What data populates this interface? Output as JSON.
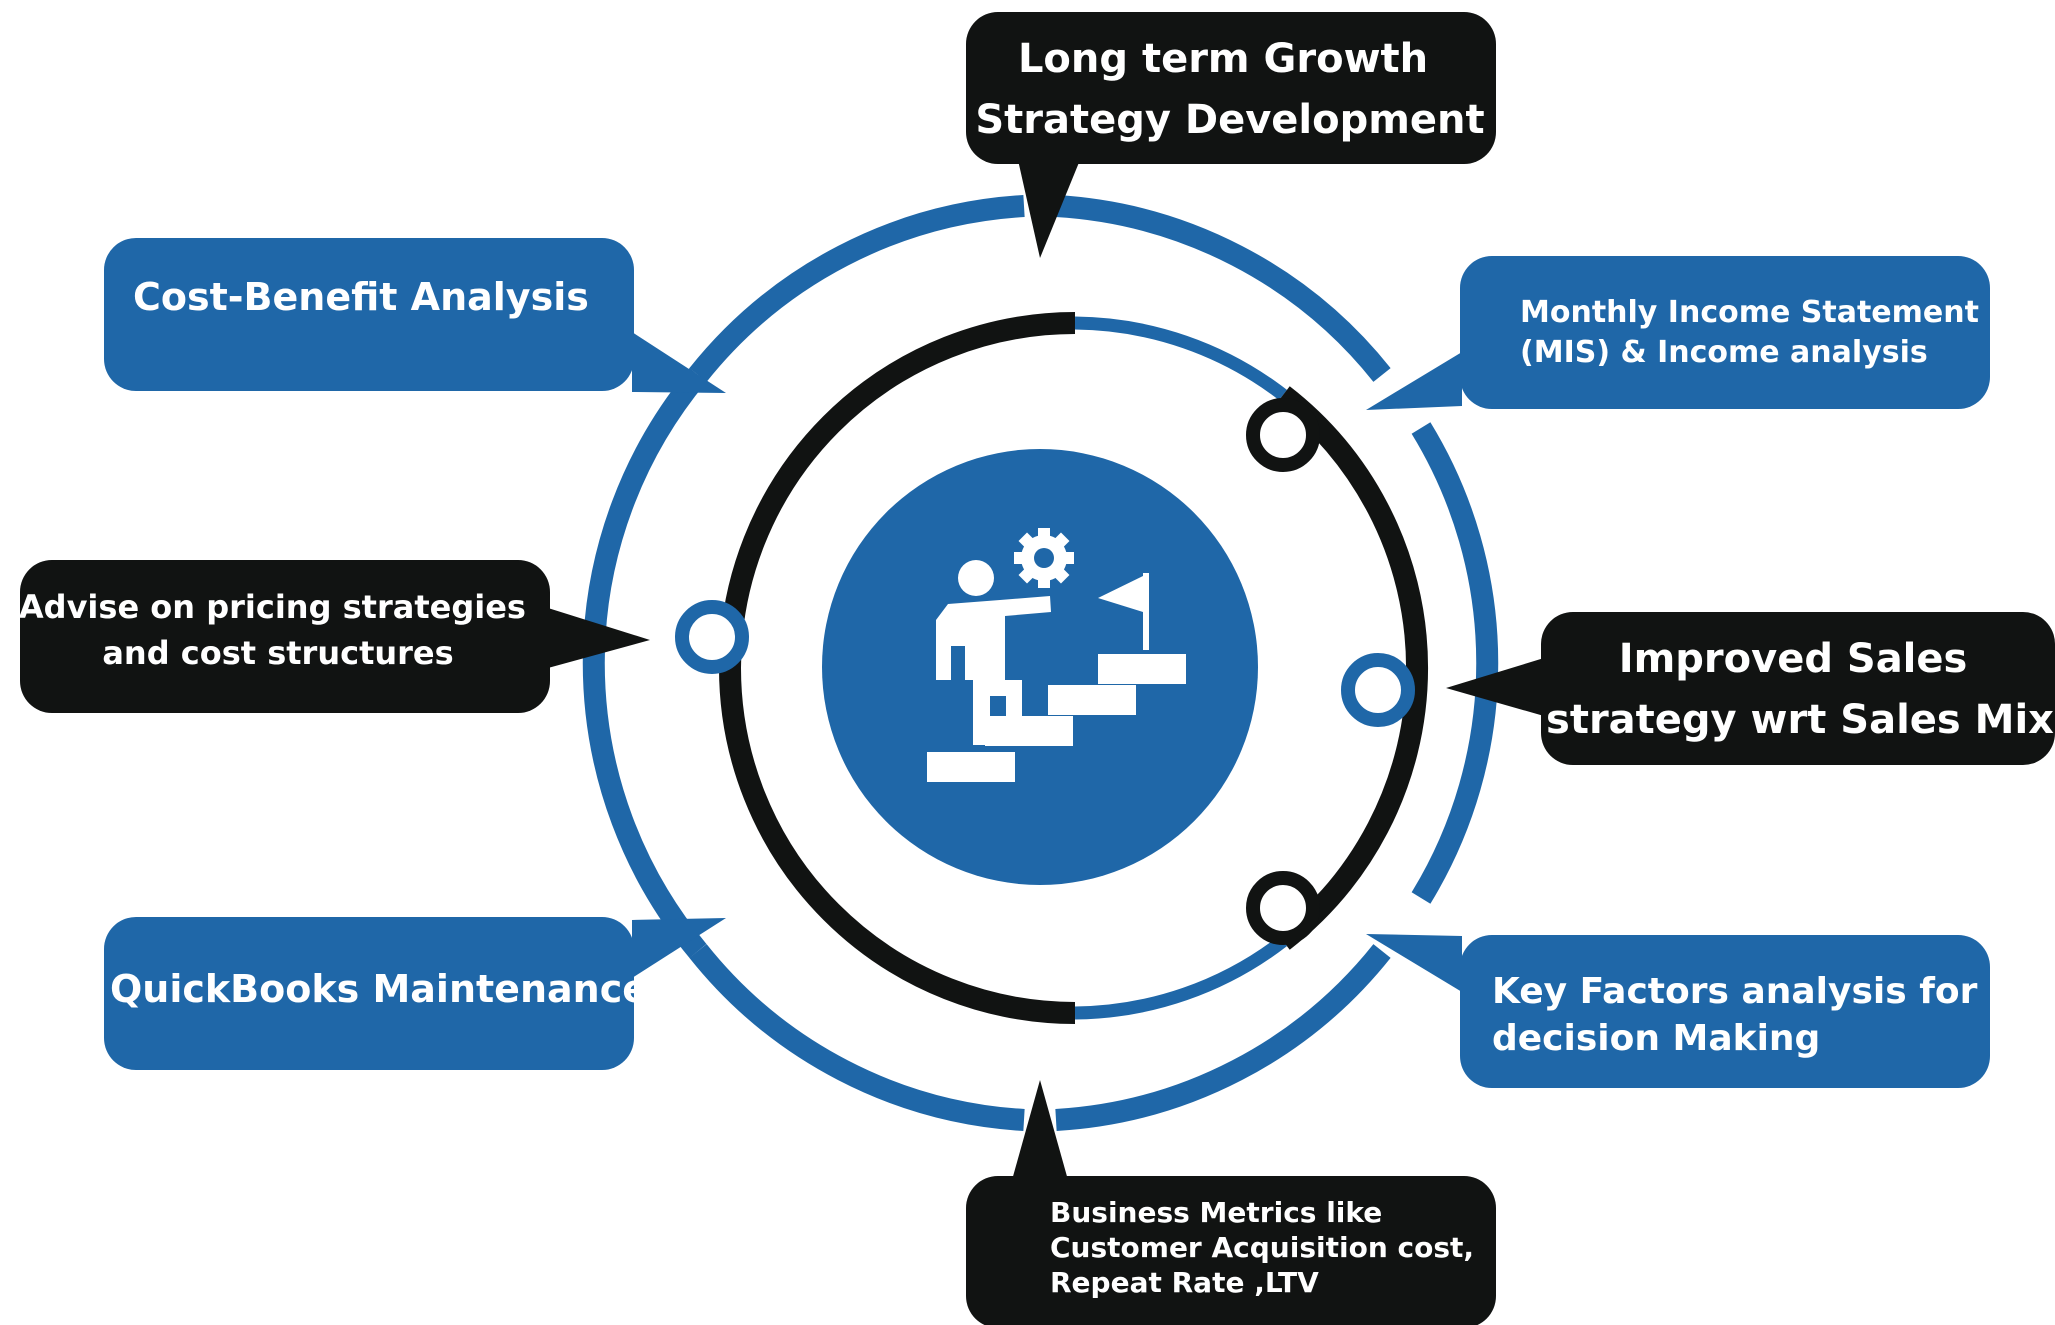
{
  "colors": {
    "blue": "#1f67a8",
    "black": "#111312",
    "white": "#ffffff"
  },
  "center_icon": "person-climbing-stairs-to-flag-with-gear-icon",
  "callouts": {
    "top": {
      "lines": [
        "Long term Growth",
        "Strategy Development"
      ]
    },
    "cost_benefit": {
      "lines": [
        "Cost-Benefit Analysis"
      ]
    },
    "monthly_income": {
      "lines": [
        "Monthly Income Statement",
        "(MIS) & Income analysis"
      ]
    },
    "pricing": {
      "lines": [
        "Advise on pricing strategies",
        "and cost structures"
      ]
    },
    "sales": {
      "lines": [
        "Improved Sales",
        "strategy wrt Sales Mix"
      ]
    },
    "quickbooks": {
      "lines": [
        "QuickBooks Maintenance"
      ]
    },
    "key_factors": {
      "lines": [
        "Key Factors analysis for",
        "decision Making"
      ]
    },
    "metrics": {
      "lines": [
        "Business Metrics like",
        "Customer  Acquisition cost,",
        "Repeat Rate ,LTV"
      ]
    }
  }
}
